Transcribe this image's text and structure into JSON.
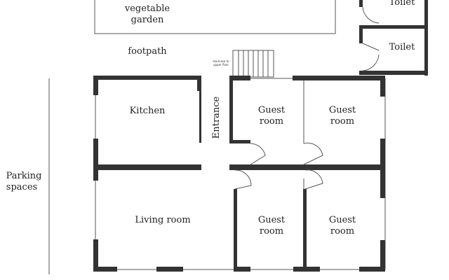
{
  "labels": {
    "vegetable": "vegetable",
    "garden": "garden",
    "footpath": "footpath",
    "toilet_top": "Toilet",
    "toilet": "Toilet",
    "parking": "Parking",
    "spaces": "spaces",
    "kitchen": "Kitchen",
    "entrance": "Entrance",
    "living_room": "Living room",
    "guest": "Guest",
    "room": "room",
    "stair_note_1": "staircase to",
    "stair_note_2": "upper floor"
  },
  "colors": {
    "wall": "#333333",
    "line": "#555555",
    "text": "#222222"
  }
}
